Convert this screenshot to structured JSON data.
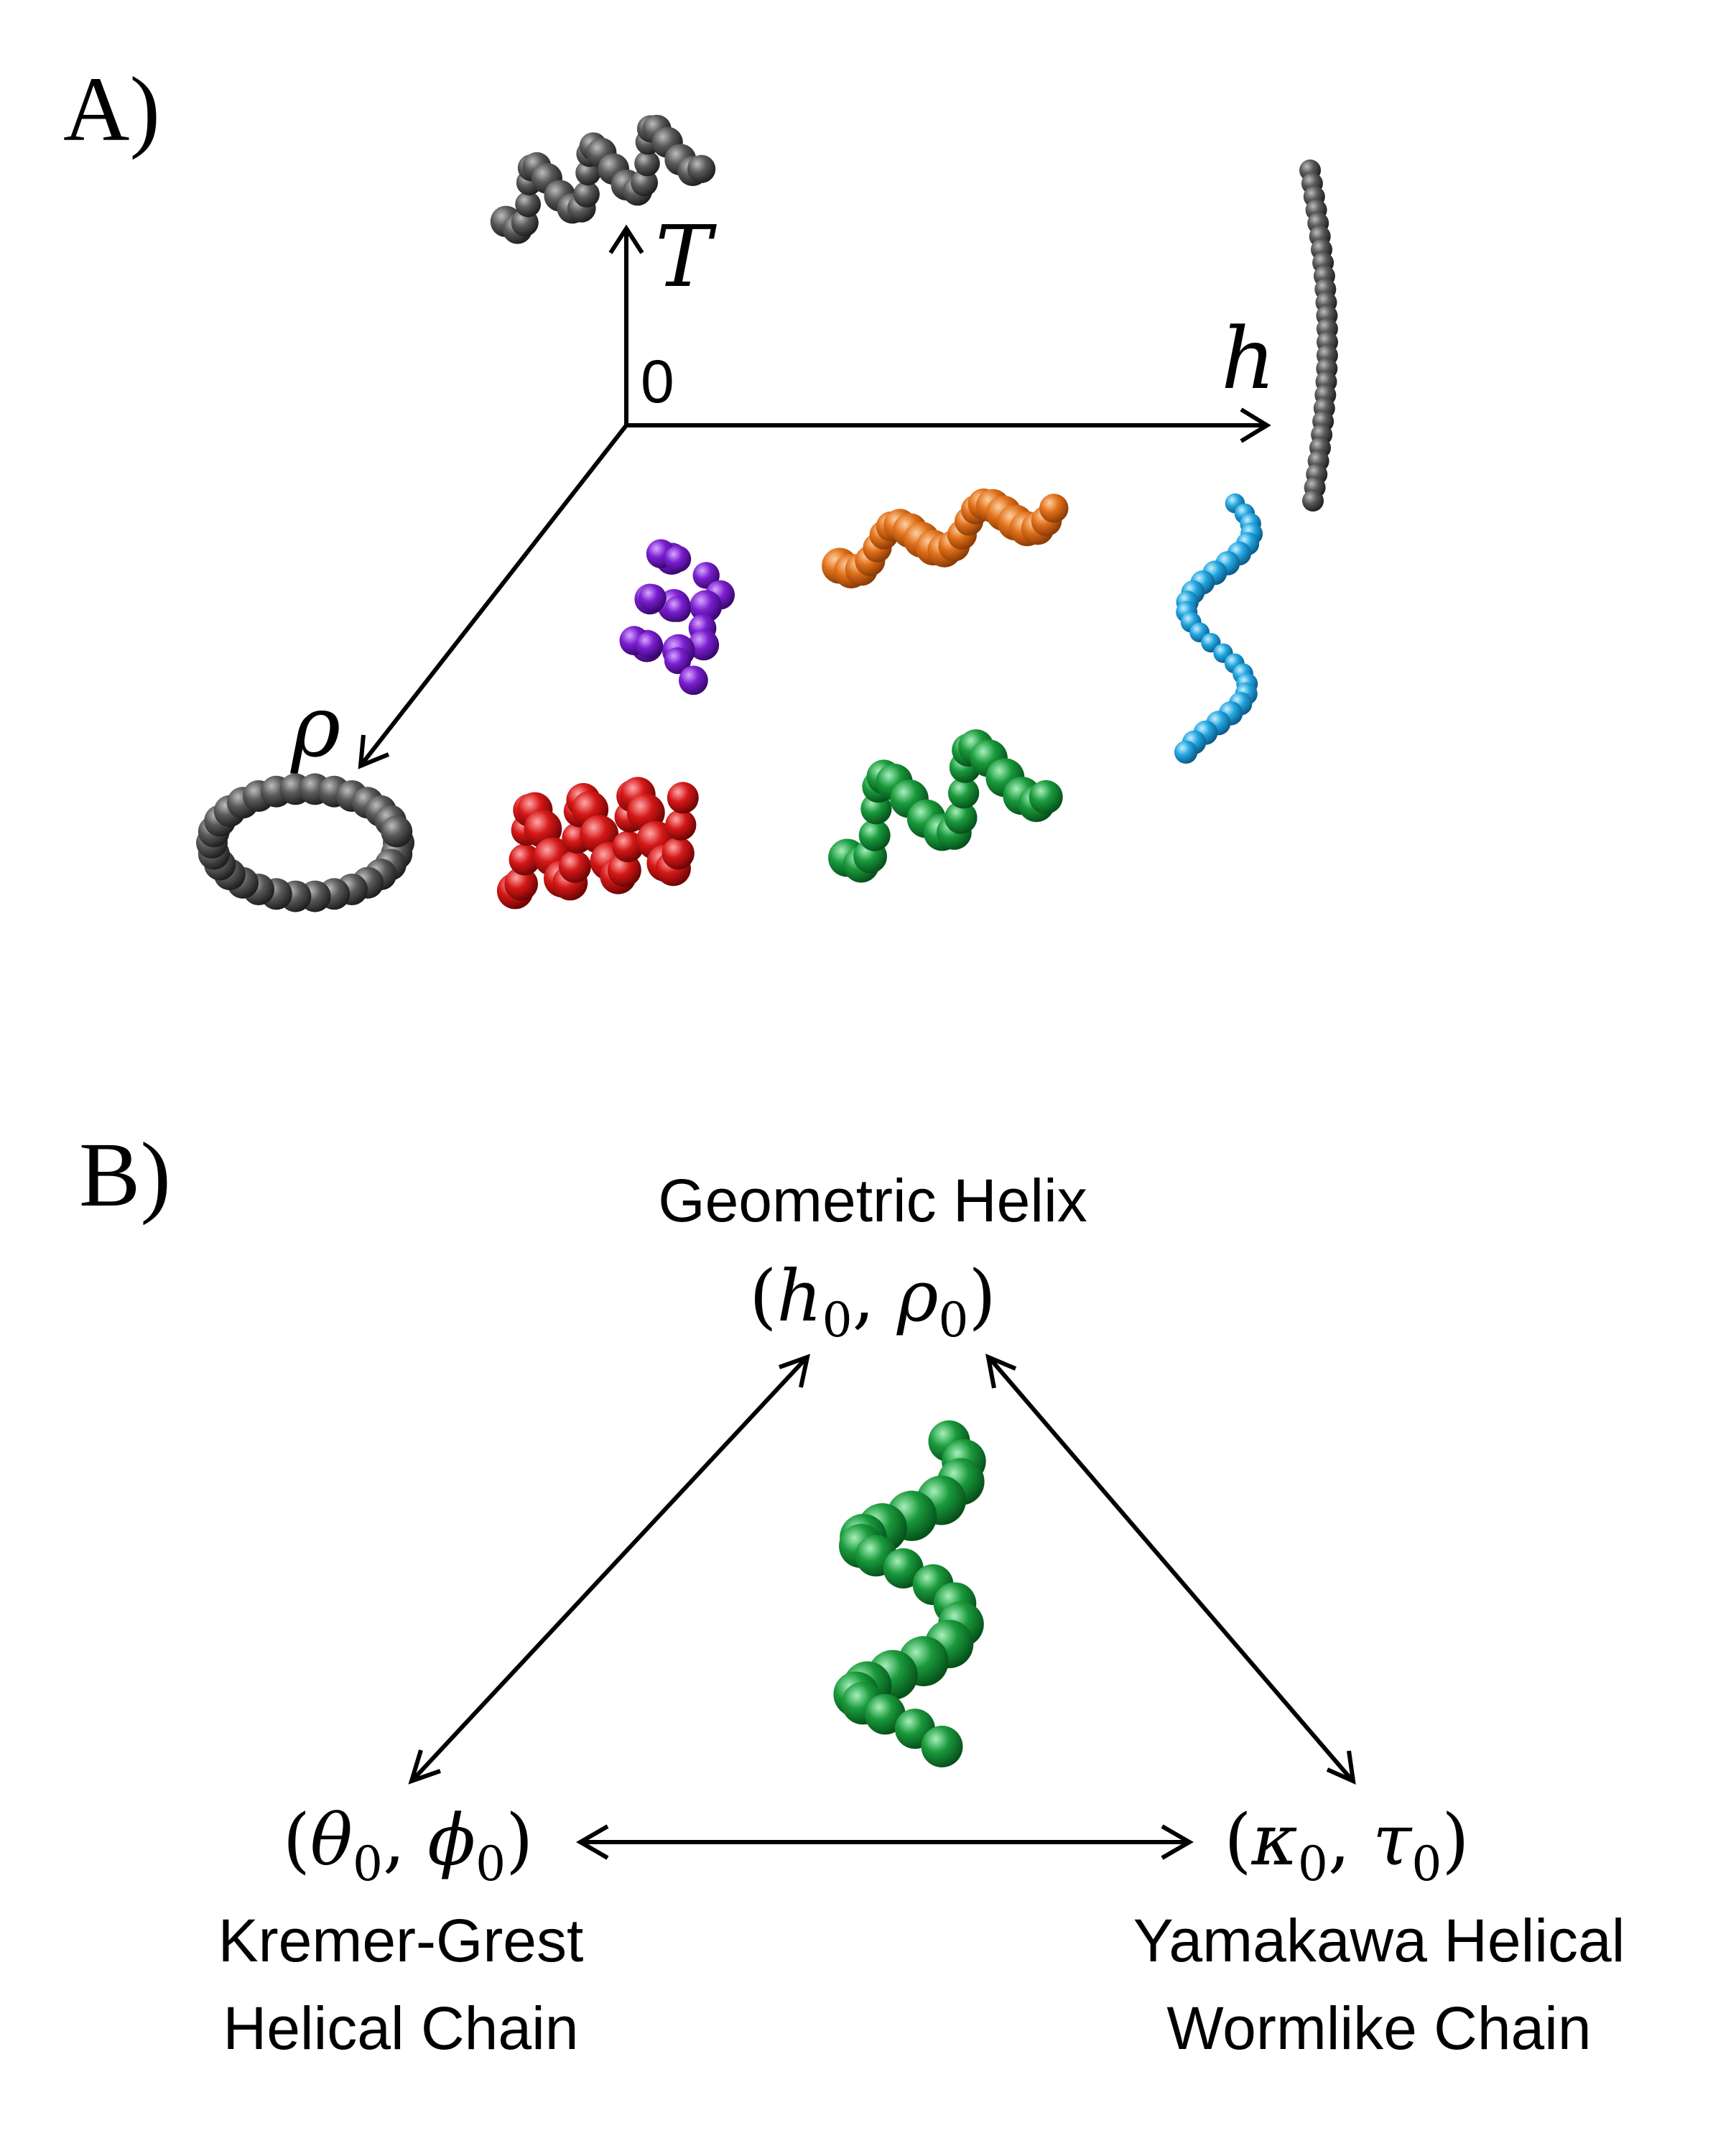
{
  "panel_a": {
    "label": "A)",
    "axis_t": "T",
    "axis_h": "h",
    "axis_rho": "ρ",
    "origin": "0"
  },
  "panel_b": {
    "label": "B)",
    "top_title": "Geometric Helix",
    "top_params": {
      "v1": "h",
      "s1": "0",
      "v2": "ρ",
      "s2": "0"
    },
    "left_params": {
      "v1": "θ",
      "s1": "0",
      "v2": "ϕ",
      "s2": "0"
    },
    "left_line1": "Kremer-Grest",
    "left_line2": "Helical Chain",
    "right_params": {
      "v1": "κ",
      "s1": "0",
      "v2": "τ",
      "s2": "0"
    },
    "right_line1": "Yamakawa Helical",
    "right_line2": "Wormlike Chain"
  },
  "colors": {
    "gray": "#4a4a4a",
    "purple": "#7a1fd0",
    "orange": "#e0701a",
    "blue": "#22a6e0",
    "red": "#d61818",
    "green": "#1a9a3c"
  }
}
